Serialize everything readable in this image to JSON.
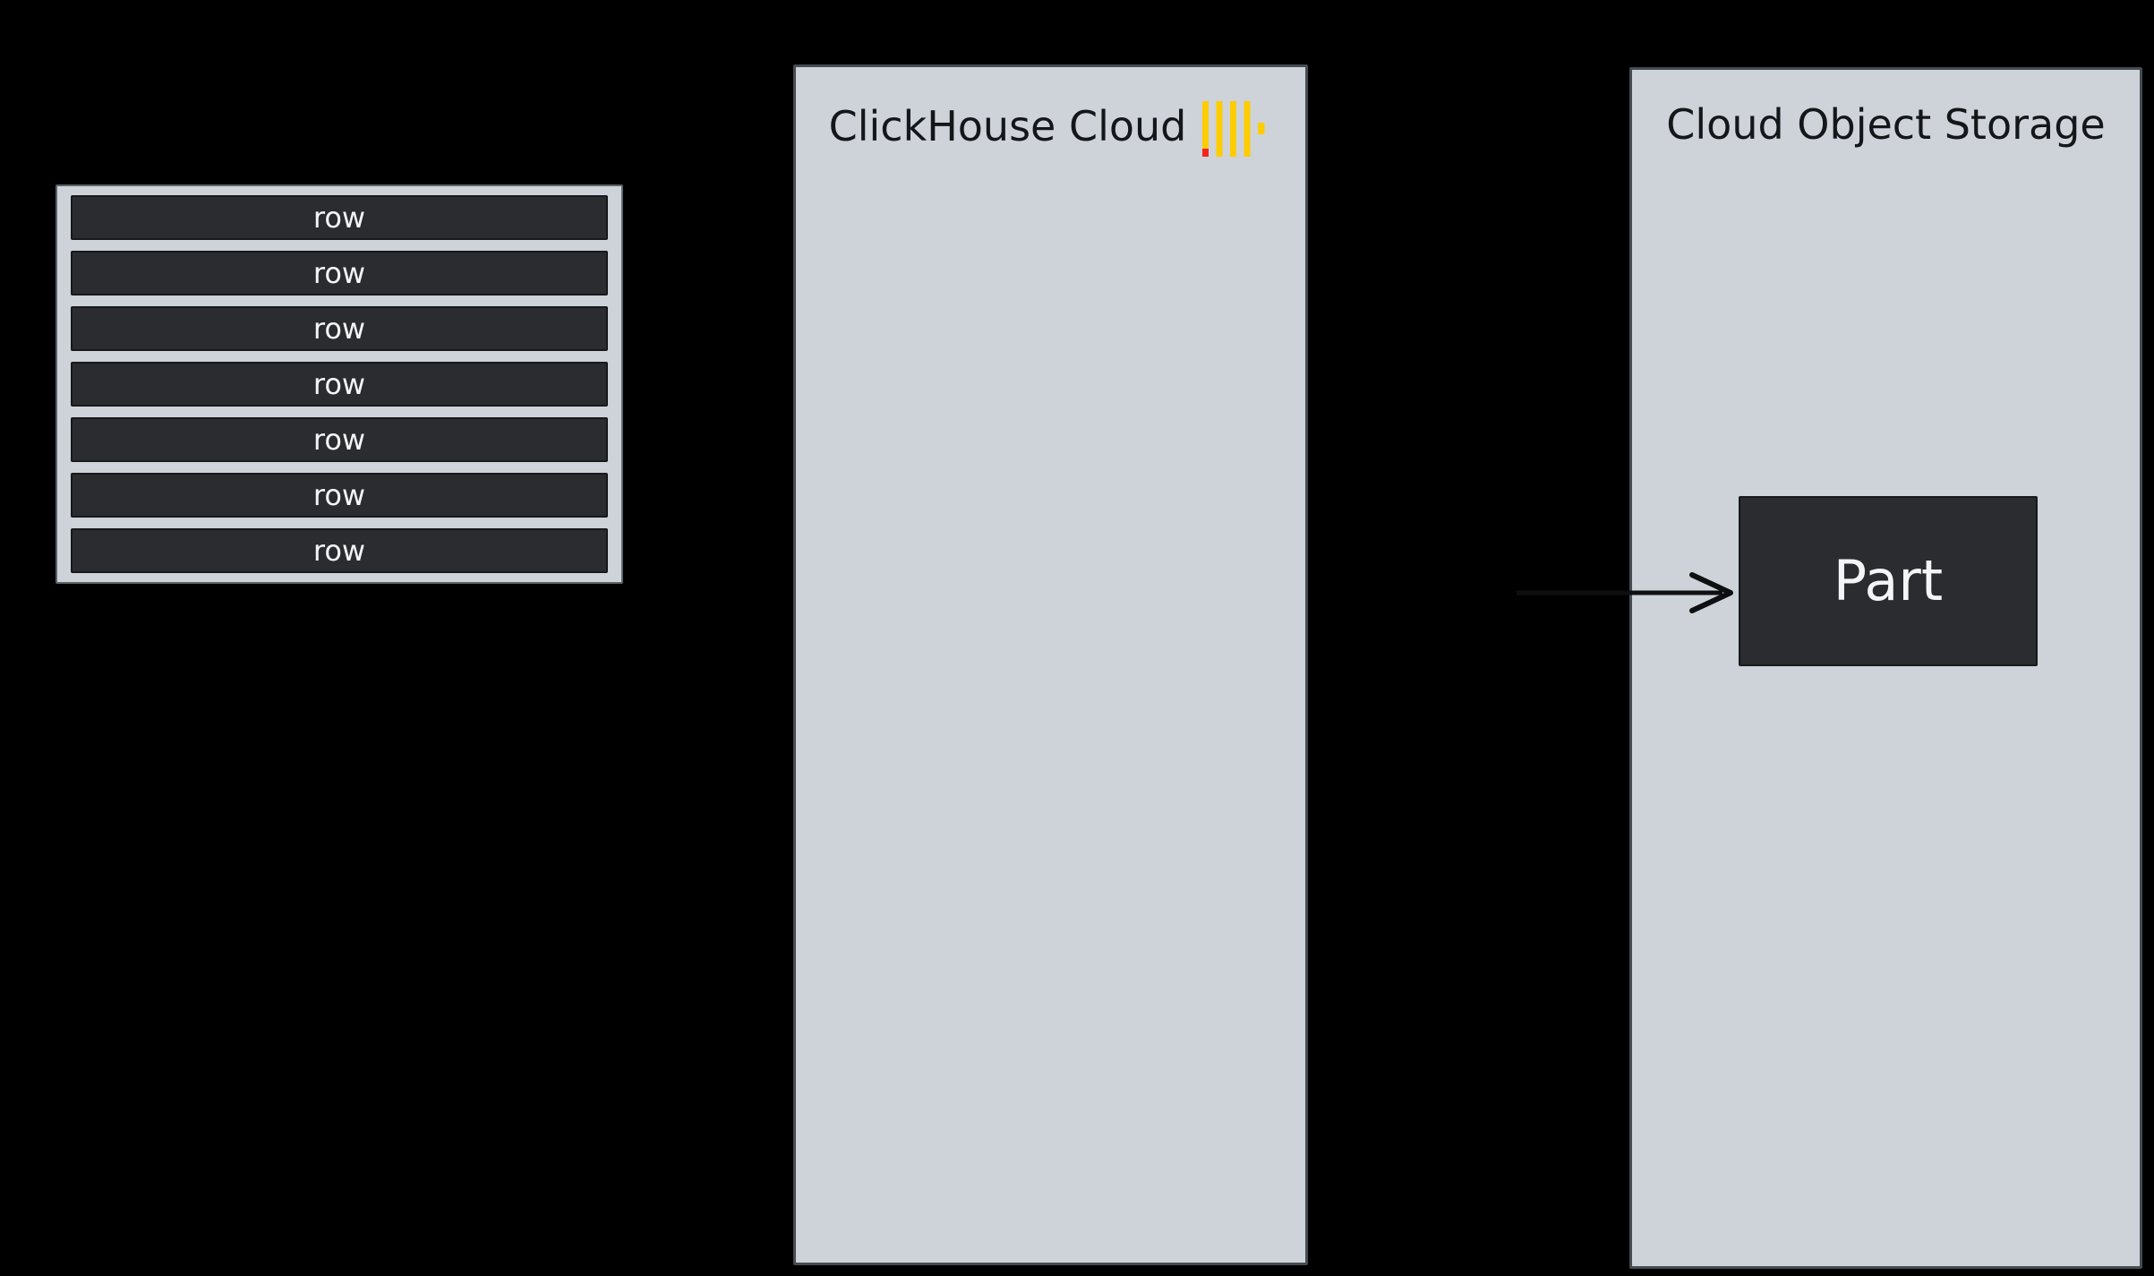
{
  "colors": {
    "background": "#000000",
    "panel_fill": "#cdd3d9",
    "panel_border": "#454c53",
    "table_border": "#5b636b",
    "row_fill": "#2a2c2f",
    "row_border": "#17191b",
    "row_text": "#f4f5f6",
    "title_text": "#14171a",
    "logo_yellow": "#ffcc00",
    "logo_red": "#f32521",
    "arrow": "#0e0f10"
  },
  "row_table": {
    "rows": [
      {
        "label": "row"
      },
      {
        "label": "row"
      },
      {
        "label": "row"
      },
      {
        "label": "row"
      },
      {
        "label": "row"
      },
      {
        "label": "row"
      },
      {
        "label": "row"
      }
    ]
  },
  "clickhouse_panel": {
    "title": "ClickHouse Cloud",
    "logo_icon": "clickhouse-logo"
  },
  "storage_panel": {
    "title": "Cloud Object Storage",
    "part": {
      "label": "Part"
    }
  }
}
